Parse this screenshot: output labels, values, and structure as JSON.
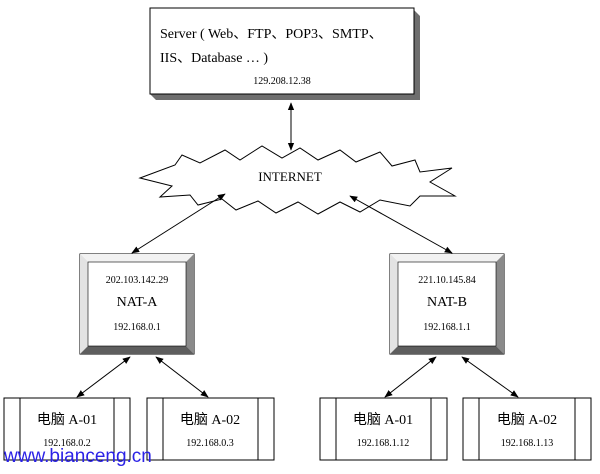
{
  "server": {
    "line1": "Server ( Web、FTP、POP3、SMTP、",
    "line2": "IIS、Database … )",
    "ip": "129.208.12.38"
  },
  "internet": {
    "label": "INTERNET"
  },
  "nat_a": {
    "wan_ip": "202.103.142.29",
    "name": "NAT-A",
    "lan_ip": "192.168.0.1"
  },
  "nat_b": {
    "wan_ip": "221.10.145.84",
    "name": "NAT-B",
    "lan_ip": "192.168.1.1"
  },
  "pcs": [
    {
      "name": "电脑 A-01",
      "ip": "192.168.0.2"
    },
    {
      "name": "电脑 A-02",
      "ip": "192.168.0.3"
    },
    {
      "name": "电脑 A-01",
      "ip": "192.168.1.12"
    },
    {
      "name": "电脑 A-02",
      "ip": "192.168.1.13"
    }
  ],
  "watermark": "www.bianceng.cn"
}
